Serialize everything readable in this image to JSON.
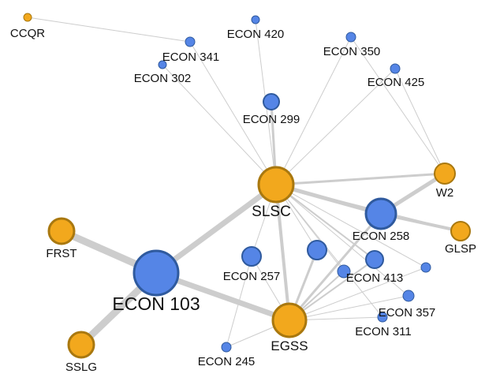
{
  "colors": {
    "course": {
      "fill": "#5585e6",
      "stroke": "#2f5a9e"
    },
    "group": {
      "fill": "#f2a81d",
      "stroke": "#a9780f"
    },
    "edge": "#cdcdcd"
  },
  "nodes": [
    {
      "id": "ccqr",
      "label": "CCQR",
      "kind": "group"
    },
    {
      "id": "econ420",
      "label": "ECON 420",
      "kind": "course"
    },
    {
      "id": "econ341",
      "label": "ECON 341",
      "kind": "course"
    },
    {
      "id": "econ302",
      "label": "ECON 302",
      "kind": "course"
    },
    {
      "id": "econ350",
      "label": "ECON 350",
      "kind": "course"
    },
    {
      "id": "econ425",
      "label": "ECON 425",
      "kind": "course"
    },
    {
      "id": "econ299",
      "label": "ECON 299",
      "kind": "course"
    },
    {
      "id": "w2",
      "label": "W2",
      "kind": "group"
    },
    {
      "id": "slsc",
      "label": "SLSC",
      "kind": "group"
    },
    {
      "id": "econ258",
      "label": "ECON 258",
      "kind": "course"
    },
    {
      "id": "glsp",
      "label": "GLSP",
      "kind": "group"
    },
    {
      "id": "frst",
      "label": "FRST",
      "kind": "group"
    },
    {
      "id": "econ103",
      "label": "ECON 103",
      "kind": "course"
    },
    {
      "id": "econ257",
      "label": "ECON 257",
      "kind": "course"
    },
    {
      "id": "unl1",
      "label": "",
      "kind": "course"
    },
    {
      "id": "econ413",
      "label": "ECON 413",
      "kind": "course"
    },
    {
      "id": "unl2",
      "label": "",
      "kind": "course"
    },
    {
      "id": "unl3",
      "label": "",
      "kind": "course"
    },
    {
      "id": "econ357",
      "label": "ECON 357",
      "kind": "course"
    },
    {
      "id": "econ311",
      "label": "ECON 311",
      "kind": "course"
    },
    {
      "id": "egss",
      "label": "EGSS",
      "kind": "group"
    },
    {
      "id": "sslg",
      "label": "SSLG",
      "kind": "group"
    },
    {
      "id": "econ245",
      "label": "ECON 245",
      "kind": "course"
    }
  ],
  "edges": [
    {
      "source": "ccqr",
      "target": "econ341"
    },
    {
      "source": "econ341",
      "target": "slsc"
    },
    {
      "source": "econ302",
      "target": "slsc"
    },
    {
      "source": "econ420",
      "target": "slsc"
    },
    {
      "source": "econ350",
      "target": "slsc"
    },
    {
      "source": "econ350",
      "target": "w2"
    },
    {
      "source": "econ425",
      "target": "slsc"
    },
    {
      "source": "econ425",
      "target": "w2"
    },
    {
      "source": "econ299",
      "target": "slsc"
    },
    {
      "source": "slsc",
      "target": "econ103"
    },
    {
      "source": "slsc",
      "target": "econ258"
    },
    {
      "source": "slsc",
      "target": "w2"
    },
    {
      "source": "slsc",
      "target": "egss"
    },
    {
      "source": "slsc",
      "target": "econ257"
    },
    {
      "source": "slsc",
      "target": "econ413"
    },
    {
      "source": "slsc",
      "target": "unl1"
    },
    {
      "source": "slsc",
      "target": "unl2"
    },
    {
      "source": "slsc",
      "target": "unl3"
    },
    {
      "source": "slsc",
      "target": "econ357"
    },
    {
      "source": "slsc",
      "target": "econ311"
    },
    {
      "source": "slsc",
      "target": "glsp"
    },
    {
      "source": "econ258",
      "target": "w2"
    },
    {
      "source": "econ258",
      "target": "glsp"
    },
    {
      "source": "econ258",
      "target": "egss"
    },
    {
      "source": "econ103",
      "target": "frst"
    },
    {
      "source": "econ103",
      "target": "sslg"
    },
    {
      "source": "econ103",
      "target": "egss"
    },
    {
      "source": "egss",
      "target": "econ257"
    },
    {
      "source": "egss",
      "target": "unl1"
    },
    {
      "source": "egss",
      "target": "econ413"
    },
    {
      "source": "egss",
      "target": "unl2"
    },
    {
      "source": "egss",
      "target": "unl3"
    },
    {
      "source": "egss",
      "target": "econ357"
    },
    {
      "source": "egss",
      "target": "econ311"
    },
    {
      "source": "econ245",
      "target": "econ257"
    },
    {
      "source": "econ245",
      "target": "egss"
    }
  ]
}
